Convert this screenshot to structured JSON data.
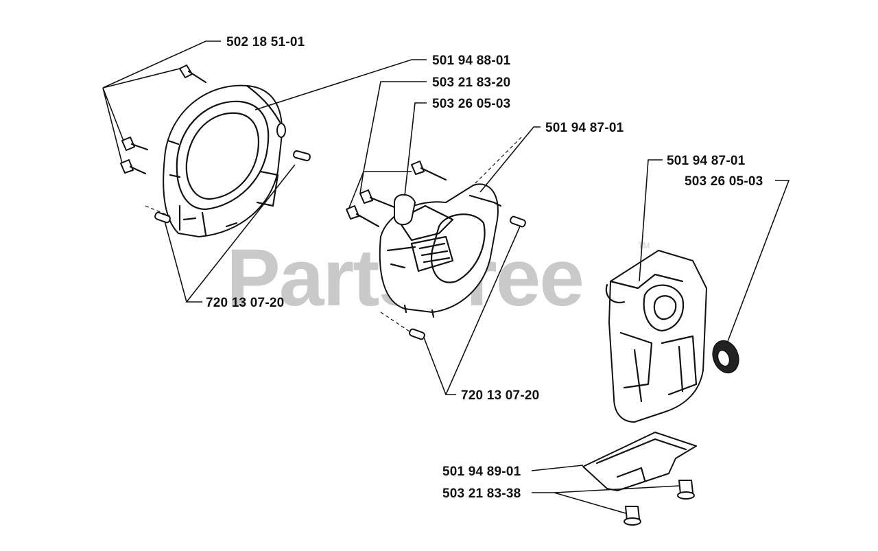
{
  "watermark": {
    "text": "PartsTree",
    "trademark": "TM"
  },
  "labels": {
    "l1": "502 18 51-01",
    "l2": "501 94 88-01",
    "l3": "503 21 83-20",
    "l4": "503 26 05-03",
    "l5": "501 94 87-01",
    "l6": "501 94 87-01",
    "l7": "503 26 05-03",
    "l8": "720 13 07-20",
    "l9": "720 13 07-20",
    "l10": "501 94 89-01",
    "l11": "503 21 83-38"
  }
}
